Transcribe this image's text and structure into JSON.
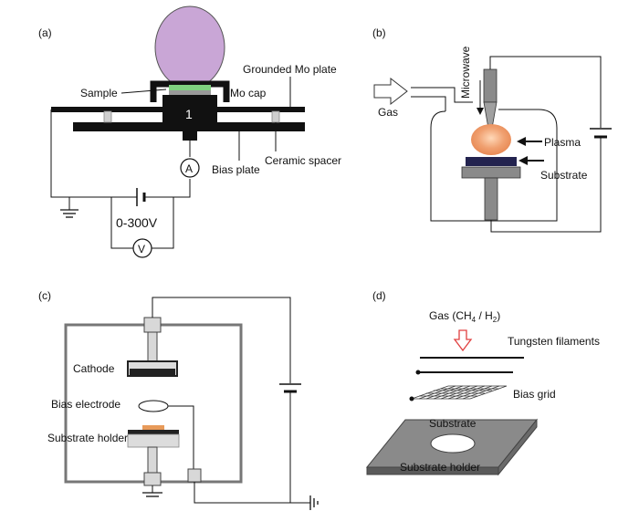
{
  "panels": {
    "a": {
      "label": "(a)",
      "sample": "Sample",
      "mo_plate": "Grounded Mo plate",
      "mo_cap": "Mo cap",
      "bias_plate": "Bias plate",
      "ceramic_spacer": "Ceramic spacer",
      "electrode_number": "1",
      "ammeter": "A",
      "voltmeter": "V",
      "voltage_range": "0-300V"
    },
    "b": {
      "label": "(b)",
      "microwave": "Microwave",
      "gas": "Gas",
      "plasma": "Plasma",
      "substrate": "Substrate"
    },
    "c": {
      "label": "(c)",
      "cathode": "Cathode",
      "bias_electrode": "Bias electrode",
      "substrate_holder": "Substrate holder"
    },
    "d": {
      "label": "(d)",
      "gas_prefix": "Gas (CH",
      "gas_sub1": "4",
      "gas_mid": " / H",
      "gas_sub2": "2",
      "gas_suffix": ")",
      "tungsten": "Tungsten filaments",
      "bias_grid": "Bias grid",
      "substrate": "Substrate",
      "substrate_holder": "Substrate holder"
    }
  },
  "colors": {
    "plasma_a": "#c9a6d6",
    "plasma_b": "#f0a070",
    "sample_green": "#7fd07f",
    "substrate_b": "#23234f",
    "sample_c": "#e89a5a",
    "gas_arrow": "#e04040",
    "holder_d": "#8a8a8a"
  }
}
